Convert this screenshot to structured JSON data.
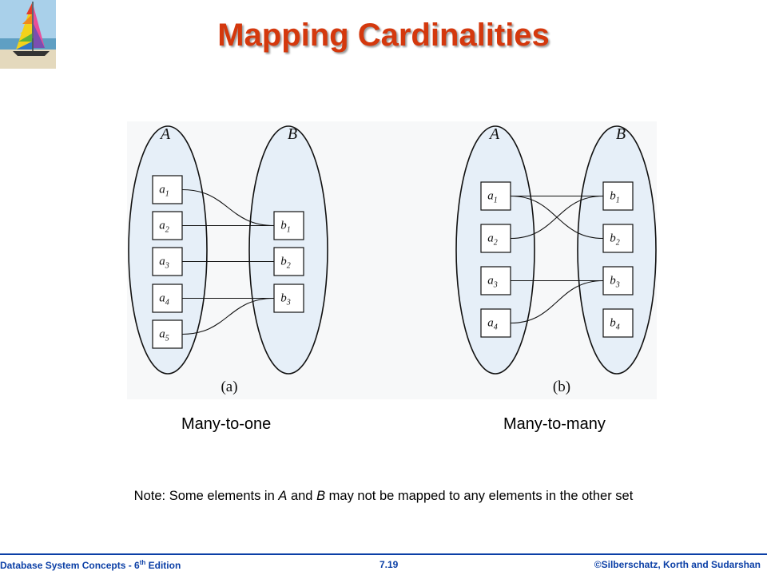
{
  "slide": {
    "title": "Mapping Cardinalities"
  },
  "figure": {
    "panel_a": {
      "set_a_label": "A",
      "set_b_label": "B",
      "panel_label": "(a)",
      "a_elements": [
        {
          "base": "a",
          "sub": "1"
        },
        {
          "base": "a",
          "sub": "2"
        },
        {
          "base": "a",
          "sub": "3"
        },
        {
          "base": "a",
          "sub": "4"
        },
        {
          "base": "a",
          "sub": "5"
        }
      ],
      "b_elements": [
        {
          "base": "b",
          "sub": "1"
        },
        {
          "base": "b",
          "sub": "2"
        },
        {
          "base": "b",
          "sub": "3"
        }
      ],
      "mappings": [
        [
          0,
          0
        ],
        [
          1,
          0
        ],
        [
          2,
          1
        ],
        [
          3,
          2
        ],
        [
          4,
          2
        ]
      ]
    },
    "panel_b": {
      "set_a_label": "A",
      "set_b_label": "B",
      "panel_label": "(b)",
      "a_elements": [
        {
          "base": "a",
          "sub": "1"
        },
        {
          "base": "a",
          "sub": "2"
        },
        {
          "base": "a",
          "sub": "3"
        },
        {
          "base": "a",
          "sub": "4"
        }
      ],
      "b_elements": [
        {
          "base": "b",
          "sub": "1"
        },
        {
          "base": "b",
          "sub": "2"
        },
        {
          "base": "b",
          "sub": "3"
        },
        {
          "base": "b",
          "sub": "4"
        }
      ],
      "mappings": [
        [
          0,
          0
        ],
        [
          0,
          1
        ],
        [
          1,
          0
        ],
        [
          2,
          2
        ],
        [
          3,
          2
        ]
      ]
    }
  },
  "captions": {
    "left": "Many-to-one",
    "right": "Many-to-many"
  },
  "note": {
    "prefix": "Note: Some elements in ",
    "set_a": "A",
    "middle": " and ",
    "set_b": "B",
    "suffix": " may not be mapped to any elements in the other set"
  },
  "footer": {
    "book": "Database  System Concepts  - 6",
    "edition_sup": "th",
    "edition_suffix": " Edition",
    "page": "7.19",
    "copyright": "©Silberschatz, Korth and Sudarshan"
  },
  "colors": {
    "title": "#d4380d",
    "footer": "#0b3fa6",
    "ellipse_fill": "#e6eff8",
    "figure_bg": "#f7f8f9"
  },
  "icons": {
    "logo": "sailboat-logo-icon"
  }
}
